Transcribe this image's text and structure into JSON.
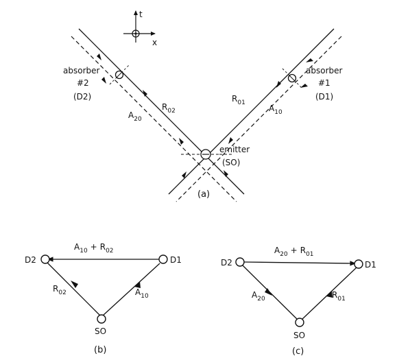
{
  "axes": {
    "t_label": "t",
    "x_label": "x"
  },
  "panel_a": {
    "absorber2": {
      "line1": "absorber",
      "line2": "#2",
      "line3": "(D2)"
    },
    "absorber1": {
      "line1": "absorber",
      "line2": "#1",
      "line3": "(D1)"
    },
    "emitter": {
      "line1": "emitter",
      "line2": "(SO)"
    },
    "R02": {
      "main": "R",
      "sub": "02"
    },
    "A20": {
      "main": "A",
      "sub": "20"
    },
    "R01": {
      "main": "R",
      "sub": "01"
    },
    "A10": {
      "main": "A",
      "sub": "10"
    },
    "caption": "(a)"
  },
  "panel_b": {
    "D2": "D2",
    "D1": "D1",
    "SO": "SO",
    "top": {
      "A": "A",
      "A_sub": "10",
      "plus": "+",
      "R": "R",
      "R_sub": "02"
    },
    "left": {
      "main": "R",
      "sub": "02"
    },
    "right": {
      "main": "A",
      "sub": "10"
    },
    "caption": "(b)"
  },
  "panel_c": {
    "D2": "D2",
    "D1": "D1",
    "SO": "SO",
    "top": {
      "A": "A",
      "A_sub": "20",
      "plus": "+",
      "R": "R",
      "R_sub": "01"
    },
    "left": {
      "main": "A",
      "sub": "20"
    },
    "right": {
      "main": "R",
      "sub": "01"
    },
    "caption": "(c)"
  }
}
